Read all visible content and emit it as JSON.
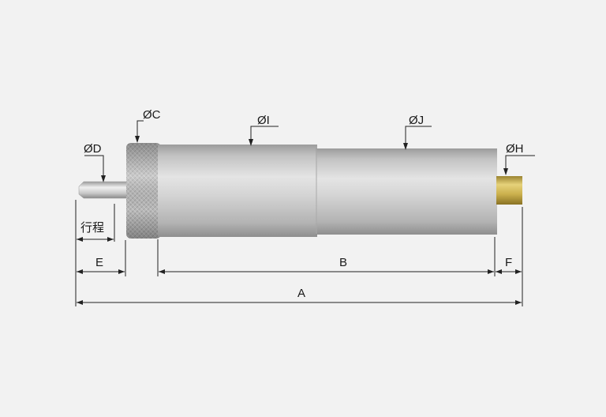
{
  "labels": {
    "dia_c": "ØC",
    "dia_d": "ØD",
    "dia_i": "ØI",
    "dia_j": "ØJ",
    "dia_h": "ØH",
    "stroke": "行程",
    "dim_e": "E",
    "dim_b": "B",
    "dim_f": "F",
    "dim_a": "A"
  },
  "colors": {
    "background": "#f2f2f2",
    "body_metal": "#c9c9c9",
    "brass_tip": "#c8b04a",
    "line": "#222222"
  }
}
